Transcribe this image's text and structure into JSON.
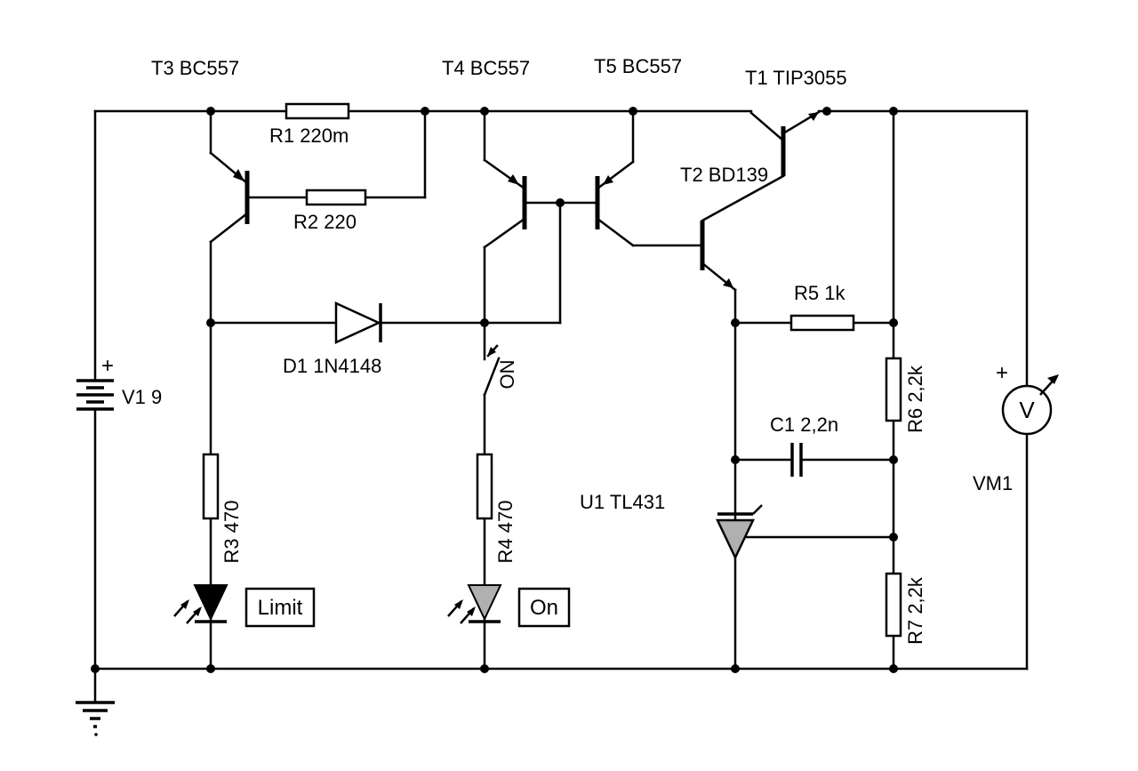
{
  "diagram": {
    "type": "circuit-schematic",
    "components": {
      "t1": {
        "label": "T1 TIP3055",
        "kind": "npn-transistor"
      },
      "t2": {
        "label": "T2 BD139",
        "kind": "npn-transistor"
      },
      "t3": {
        "label": "T3 BC557",
        "kind": "pnp-transistor"
      },
      "t4": {
        "label": "T4 BC557",
        "kind": "pnp-transistor"
      },
      "t5": {
        "label": "T5 BC557",
        "kind": "pnp-transistor"
      },
      "r1": {
        "label": "R1 220m",
        "kind": "resistor"
      },
      "r2": {
        "label": "R2 220",
        "kind": "resistor"
      },
      "r3": {
        "label": "R3 470",
        "kind": "resistor"
      },
      "r4": {
        "label": "R4 470",
        "kind": "resistor"
      },
      "r5": {
        "label": "R5 1k",
        "kind": "resistor"
      },
      "r6": {
        "label": "R6 2,2k",
        "kind": "resistor"
      },
      "r7": {
        "label": "R7 2,2k",
        "kind": "resistor"
      },
      "c1": {
        "label": "C1 2,2n",
        "kind": "capacitor"
      },
      "d1": {
        "label": "D1 1N4148",
        "kind": "diode"
      },
      "u1": {
        "label": "U1 TL431",
        "kind": "shunt-regulator"
      },
      "sw1": {
        "label": "ON",
        "kind": "switch"
      },
      "led_limit": {
        "label": "Limit",
        "kind": "led"
      },
      "led_on": {
        "label": "On",
        "kind": "led"
      },
      "v1": {
        "label": "V1 9",
        "plus": "+",
        "kind": "battery"
      },
      "vm1": {
        "label": "VM1",
        "plus": "+",
        "display_letter": "V",
        "kind": "voltmeter"
      }
    },
    "colors": {
      "wire": "#000000",
      "background": "#ffffff",
      "component_fill": "#ffffff",
      "led_limit_fill": "#000000",
      "led_on_fill": "#b0b0b0",
      "tl431_fill": "#b0b0b0"
    }
  }
}
